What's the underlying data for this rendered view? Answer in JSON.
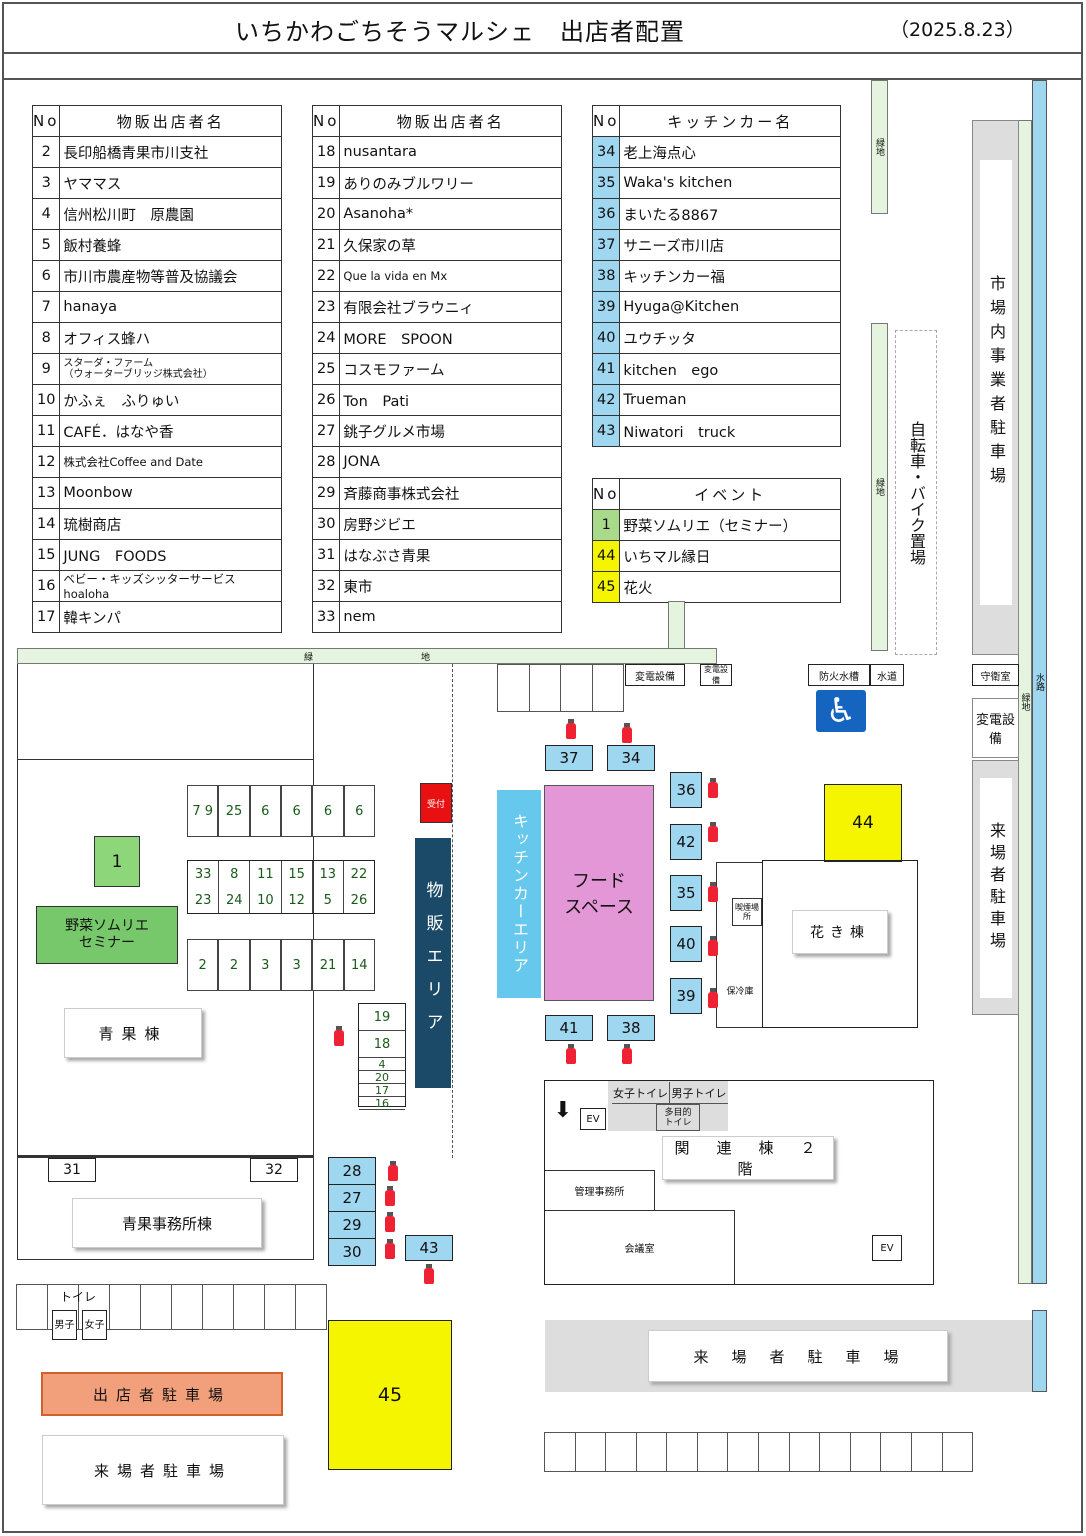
{
  "header": {
    "title": "いちかわごちそうマルシェ　出店者配置",
    "date": "（2025.8.23）"
  },
  "table1": {
    "no_header": "No",
    "name_header": "物販出店者名",
    "rows": [
      [
        "2",
        "長印船橋青果市川支社"
      ],
      [
        "3",
        "ヤママス"
      ],
      [
        "4",
        "信州松川町　原農園"
      ],
      [
        "5",
        "飯村養蜂"
      ],
      [
        "6",
        "市川市農産物等普及協議会"
      ],
      [
        "7",
        "hanaya"
      ],
      [
        "8",
        "オフィス蜂ハ"
      ],
      [
        "9",
        "スターダ・ファーム\n（ウォーターブリッジ株式会社）"
      ],
      [
        "10",
        "かふぇ　ふりゅい"
      ],
      [
        "11",
        "CAFÉ．はなや香"
      ],
      [
        "12",
        "株式会社Coffee and Date"
      ],
      [
        "13",
        "Moonbow"
      ],
      [
        "14",
        "琉樹商店"
      ],
      [
        "15",
        "JUNG　FOODS"
      ],
      [
        "16",
        "ベビー・キッズシッターサービスhoaloha"
      ],
      [
        "17",
        "韓キンパ"
      ]
    ]
  },
  "table2": {
    "no_header": "No",
    "name_header": "物販出店者名",
    "rows": [
      [
        "18",
        "nusantara"
      ],
      [
        "19",
        "ありのみブルワリー"
      ],
      [
        "20",
        "Asanoha*"
      ],
      [
        "21",
        "久保家の草"
      ],
      [
        "22",
        "Que la vida en Mx"
      ],
      [
        "23",
        "有限会社ブラウニィ"
      ],
      [
        "24",
        "MORE　SPOON"
      ],
      [
        "25",
        "コスモファーム"
      ],
      [
        "26",
        "Ton　Pati"
      ],
      [
        "27",
        "銚子グルメ市場"
      ],
      [
        "28",
        "JONA"
      ],
      [
        "29",
        "斉藤商事株式会社"
      ],
      [
        "30",
        "房野ジビエ"
      ],
      [
        "31",
        "はなぶさ青果"
      ],
      [
        "32",
        "東市"
      ],
      [
        "33",
        "nem"
      ]
    ]
  },
  "table3": {
    "no_header": "No",
    "name_header": "キッチンカー名",
    "rows": [
      [
        "34",
        "老上海点心"
      ],
      [
        "35",
        "Waka's kitchen"
      ],
      [
        "36",
        "まいたる8867"
      ],
      [
        "37",
        "サニーズ市川店"
      ],
      [
        "38",
        "キッチンカー福"
      ],
      [
        "39",
        "Hyuga@Kitchen"
      ],
      [
        "40",
        "ユウチッタ"
      ],
      [
        "41",
        "kitchen　ego"
      ],
      [
        "42",
        "Trueman"
      ],
      [
        "43",
        "Niwatori　truck"
      ]
    ]
  },
  "table4": {
    "no_header": "No",
    "name_header": "イベント",
    "rows": [
      [
        "1",
        "野菜ソムリエ（セミナー）"
      ],
      [
        "44",
        "いちマル縁日"
      ],
      [
        "45",
        "花火"
      ]
    ]
  },
  "map": {
    "greenbelt": "緑　　　　　　　　　　　　地",
    "green_v1": "緑地",
    "green_v2": "緑地",
    "green_right": "緑地",
    "green_right2": "緑地",
    "water_road": "水路",
    "bike_parking": "自転車・バイク置場",
    "market_parking": "市場内事業者駐車場",
    "henden1": "変電設備",
    "henden2": "変電設備",
    "bousui": "防火水槽",
    "suidou": "水道",
    "shuei": "守衛室",
    "henden3": "変電設備",
    "visitor_parking_right": "来場者駐車場",
    "uketsuke": "受付",
    "buppan_area": "物販エリア",
    "kitchen_area": "キッチンカーエリア",
    "food_space": "フードスペース",
    "hanaki": "花き棟",
    "kitsuen": "喫煙場所",
    "horei": "保冷庫",
    "seika": "青果棟",
    "seika_office": "青果事務所棟",
    "yasai": "野菜ソムリエ\nセミナー",
    "ev1": "EV",
    "ev2": "EV",
    "women_toilet": "女子トイレ",
    "men_toilet": "男子トイレ",
    "multi_toilet": "多目的\nトイレ",
    "kanren": "関　連　棟　２　階",
    "kanri": "管理事務所",
    "kaigi": "会議室",
    "toilet": "トイレ",
    "male": "男子",
    "female": "女子",
    "staff_parking": "出店者駐車場",
    "visitor_parking1": "来場者駐車場",
    "visitor_parking2": "来　場　者　駐　車　場",
    "stall_row1": [
      "7 9",
      "25",
      "6",
      "6",
      "6",
      "6"
    ],
    "stall_row2a": [
      "33",
      "8",
      "11",
      "15",
      "13",
      "22"
    ],
    "stall_row2b": [
      "23",
      "24",
      "10",
      "12",
      "5",
      "26"
    ],
    "stall_row3": [
      "2",
      "2",
      "3",
      "3",
      "21",
      "14"
    ],
    "stack": [
      "19",
      "18",
      "4",
      "20",
      "17",
      "16"
    ],
    "seika_nums": [
      "31",
      "32"
    ],
    "stall_col": [
      "28",
      "27",
      "29",
      "30"
    ],
    "k43": "43",
    "k44": "44",
    "k45": "45",
    "k1": "1",
    "kc": [
      "37",
      "34",
      "36",
      "42",
      "35",
      "40",
      "39",
      "41",
      "38"
    ]
  }
}
